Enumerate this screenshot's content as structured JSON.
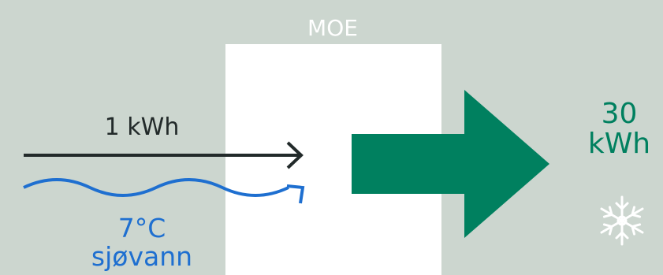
{
  "machine": {
    "label": "MOE"
  },
  "input_energy": {
    "label": "1 kWh"
  },
  "input_water": {
    "line1": "7°C",
    "line2": "sjøvann"
  },
  "output": {
    "line1": "30",
    "line2": "kWh",
    "icon": "snowflake-icon"
  },
  "colors": {
    "background": "#ccd6cf",
    "machine_box": "#ffffff",
    "energy_arrow": "#222a2a",
    "water_wave": "#1e6fd0",
    "output_arrow": "#00805f",
    "snowflake": "#ffffff"
  }
}
